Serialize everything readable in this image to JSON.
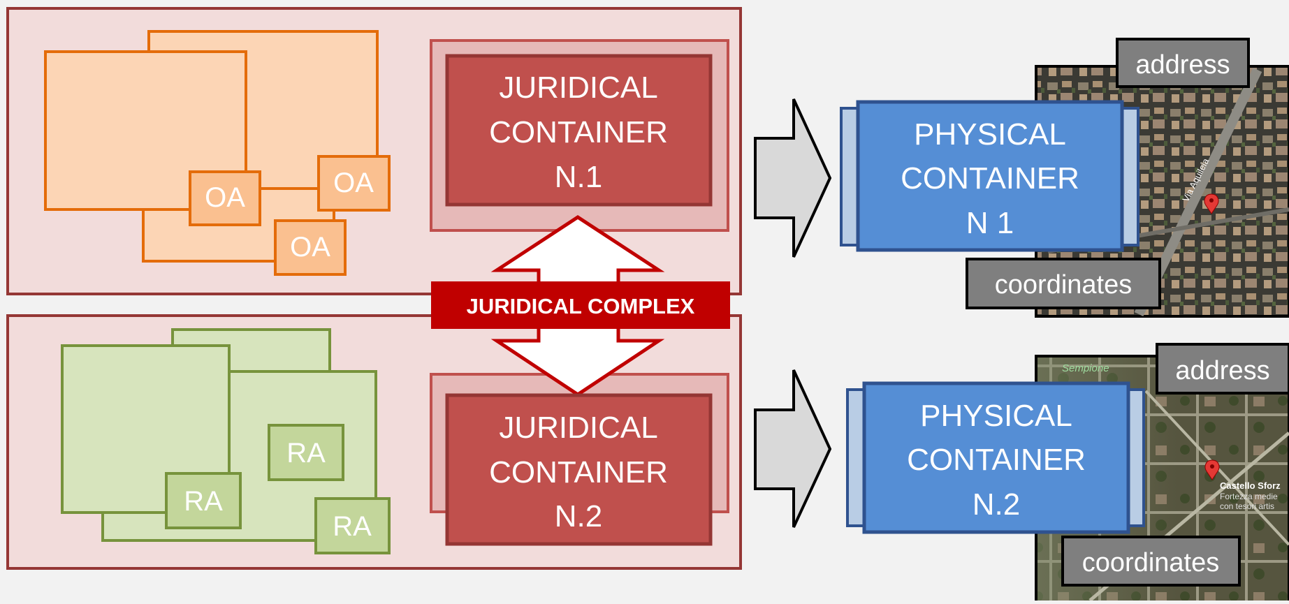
{
  "top_panel": {
    "oa_labels": [
      "OA",
      "OA",
      "OA"
    ],
    "container": {
      "lines": [
        "JURIDICAL",
        "CONTAINER",
        "N.1"
      ]
    }
  },
  "bottom_panel": {
    "ra_labels": [
      "RA",
      "RA",
      "RA"
    ],
    "container": {
      "lines": [
        "JURIDICAL",
        "CONTAINER",
        "N.2"
      ]
    }
  },
  "complex": {
    "label": "JURIDICAL COMPLEX"
  },
  "physical": [
    {
      "lines": [
        "PHYSICAL",
        "CONTAINER",
        "N 1"
      ],
      "address": "address",
      "coordinates": "coordinates",
      "map_labels": [
        "Via Aquileia"
      ]
    },
    {
      "lines": [
        "PHYSICAL",
        "CONTAINER",
        "N.2"
      ],
      "address": "address",
      "coordinates": "coordinates",
      "map_labels": [
        "Sempione",
        "Castello Sforz",
        "Fortezza medie",
        "con tesori artis"
      ]
    }
  ],
  "colors": {
    "background": "#f2f2f2",
    "panel_fill": "#f2dcdb",
    "panel_border": "#953735",
    "orange_stroke": "#e46c0a",
    "orange_fill": "#fcd5b5",
    "orange_label_fill": "#fac090",
    "green_stroke": "#77933c",
    "green_fill": "#d7e4bd",
    "green_label_fill": "#c3d69b",
    "juridical_fill": "#c0504d",
    "juridical_outer_fill": "#e6b9b8",
    "complex_red": "#c00000",
    "physical_fill": "#558ed5",
    "physical_tab": "#b9cde5",
    "physical_border": "#2f528f",
    "grey_label": "#7f7f7f"
  }
}
